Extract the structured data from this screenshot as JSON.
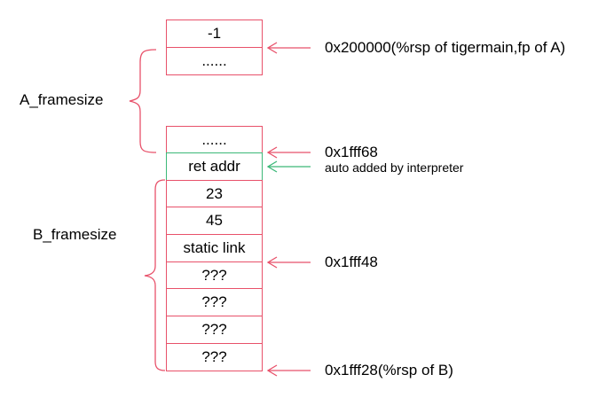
{
  "frame_a": {
    "label": "A_framesize",
    "cells_top": [
      "-1",
      "......"
    ],
    "cells_bottom": [
      "......"
    ]
  },
  "ret_cell": "ret addr",
  "frame_b": {
    "label": "B_framesize",
    "cells": [
      "23",
      "45",
      "static link",
      "???",
      "???",
      "???",
      "???"
    ]
  },
  "annotations": {
    "rsp_a": "0x200000(%rsp of tigermain,fp of A)",
    "addr_68": "0x1fff68",
    "auto_added": "auto added by interpreter",
    "addr_48": "0x1fff48",
    "rsp_b": "0x1fff28(%rsp of B)"
  },
  "colors": {
    "box": "#e8516a",
    "ret_box": "#3cb878",
    "arrow": "#e8516a",
    "ret_arrow": "#3cb878"
  }
}
